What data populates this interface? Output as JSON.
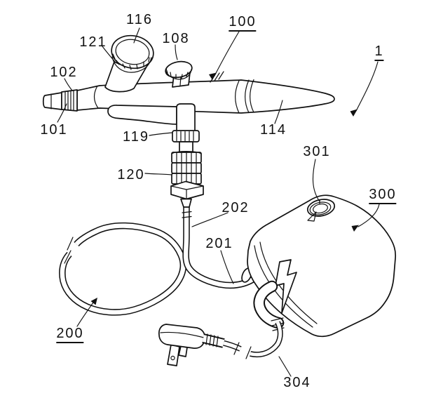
{
  "figure": {
    "colors": {
      "background": "#ffffff",
      "line": "#111111"
    },
    "labels": [
      {
        "id": "1",
        "text": "1",
        "underline": true
      },
      {
        "id": "100",
        "text": "100",
        "underline": true
      },
      {
        "id": "101",
        "text": "101",
        "underline": false
      },
      {
        "id": "102",
        "text": "102",
        "underline": false
      },
      {
        "id": "108",
        "text": "108",
        "underline": false
      },
      {
        "id": "114",
        "text": "114",
        "underline": false
      },
      {
        "id": "116",
        "text": "116",
        "underline": false
      },
      {
        "id": "119",
        "text": "119",
        "underline": false
      },
      {
        "id": "120",
        "text": "120",
        "underline": false
      },
      {
        "id": "121",
        "text": "121",
        "underline": false
      },
      {
        "id": "200",
        "text": "200",
        "underline": true
      },
      {
        "id": "201",
        "text": "201",
        "underline": false
      },
      {
        "id": "202",
        "text": "202",
        "underline": false
      },
      {
        "id": "300",
        "text": "300",
        "underline": true
      },
      {
        "id": "301",
        "text": "301",
        "underline": false
      },
      {
        "id": "304",
        "text": "304",
        "underline": false
      }
    ]
  }
}
